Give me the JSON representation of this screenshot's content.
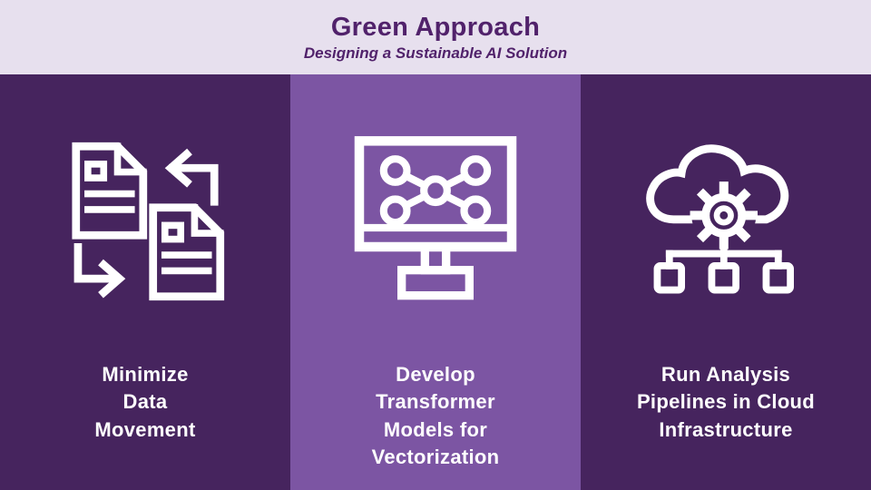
{
  "header": {
    "title": "Green Approach",
    "subtitle": "Designing a Sustainable AI Solution"
  },
  "columns": [
    {
      "id": "minimize-data-movement",
      "icon": "document-transfer-icon",
      "caption": "Minimize\nData\nMovement"
    },
    {
      "id": "transformer-models",
      "icon": "transformer-network-monitor-icon",
      "caption": "Develop\nTransformer\nModels for\nVectorization"
    },
    {
      "id": "cloud-pipelines",
      "icon": "cloud-gear-infrastructure-icon",
      "caption": "Run Analysis\nPipelines in Cloud\nInfrastructure"
    }
  ],
  "colors": {
    "header_bg": "#e7e0ee",
    "title_color": "#51226b",
    "panel_dark": "#46245e",
    "panel_mid": "#7c55a3",
    "icon_color": "#ffffff",
    "caption_color": "#ffffff"
  }
}
